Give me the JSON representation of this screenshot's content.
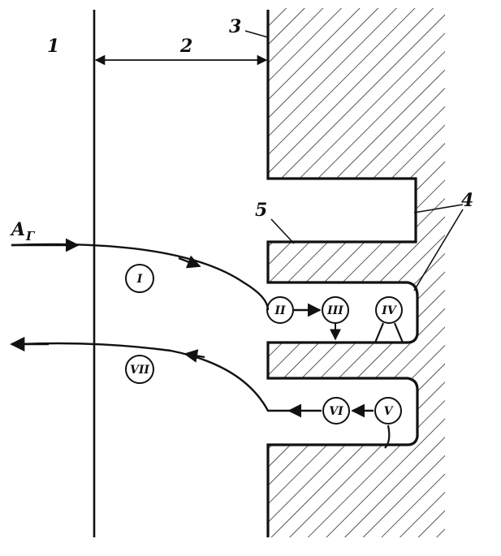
{
  "labels": {
    "region_1": "1",
    "region_2": "2",
    "label_3": "3",
    "label_4": "4",
    "label_5": "5",
    "gas_symbol": "A",
    "gas_subscript": "Г"
  },
  "stages": [
    "I",
    "II",
    "III",
    "IV",
    "V",
    "VI",
    "VII"
  ],
  "colors": {
    "ink": "#111111",
    "background": "#ffffff"
  }
}
